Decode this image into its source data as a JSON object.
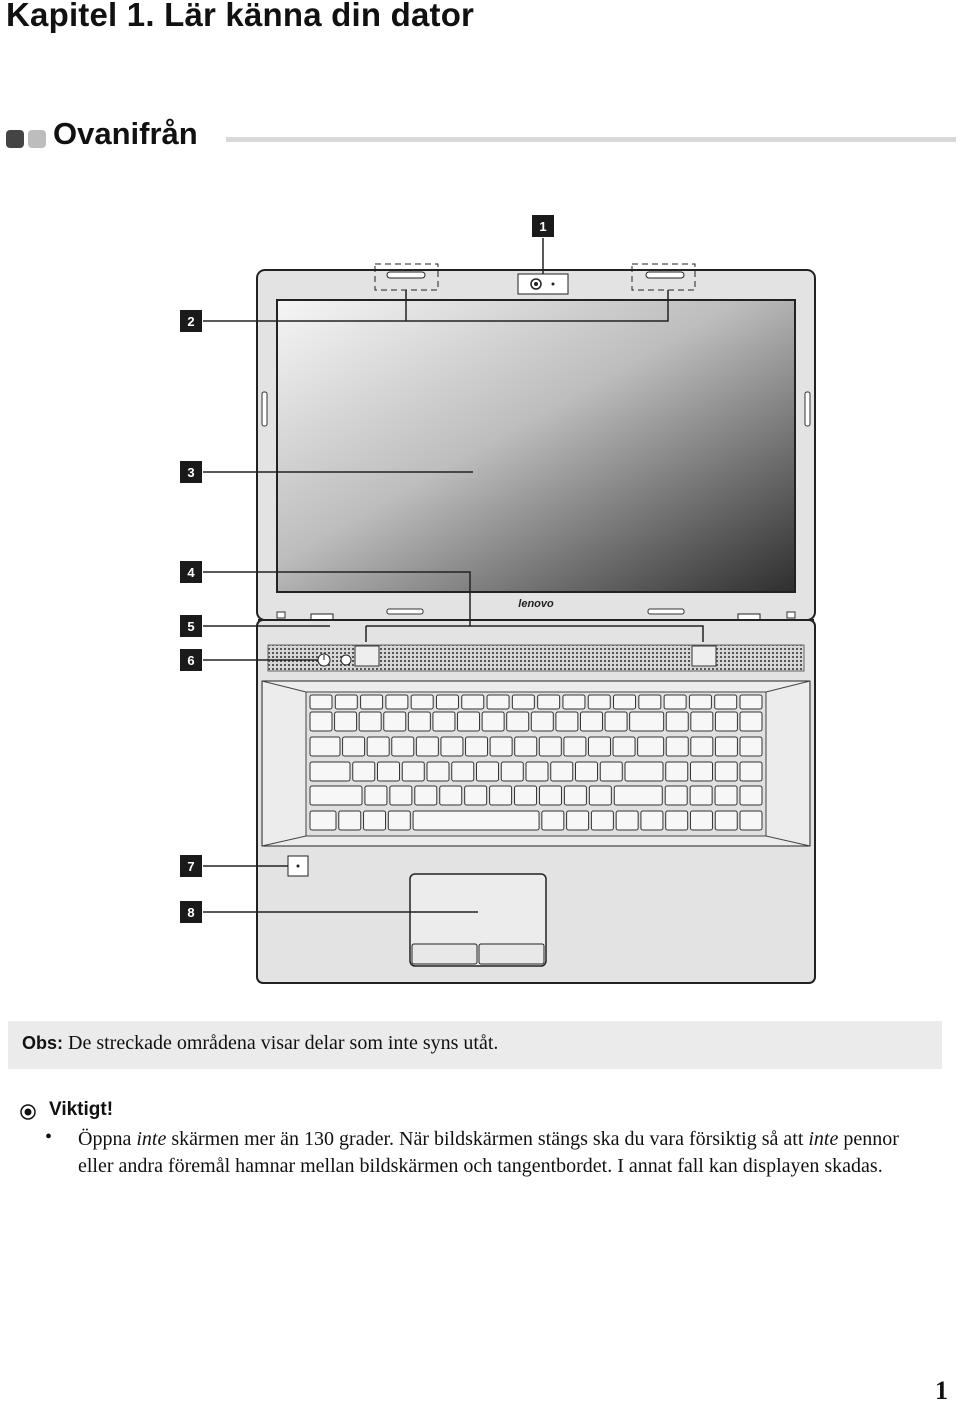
{
  "chapter_title": "Kapitel 1. Lär känna din dator",
  "section_title": "Ovanifrån",
  "figure": {
    "callouts": [
      "1",
      "2",
      "3",
      "4",
      "5",
      "6",
      "7",
      "8"
    ],
    "logo_text": "lenovo"
  },
  "note": {
    "label": "Obs:",
    "text": "De streckade områdena visar delar som inte syns utåt."
  },
  "important": {
    "title": "Viktigt!",
    "bullet": "•",
    "text_part1": "Öppna ",
    "text_em1": "inte",
    "text_part2": " skärmen mer än 130 grader. När bildskärmen stängs ska du vara försiktig så att ",
    "text_em2": "inte",
    "text_part3": " pennor eller andra föremål hamnar mellan bildskärmen och tangentbordet. I annat fall kan displayen skadas."
  },
  "page_number": "1",
  "colors": {
    "callout_bg": "#1a1a1a",
    "note_bg": "#ebebeb",
    "body_gray": "#e3e3e3"
  }
}
